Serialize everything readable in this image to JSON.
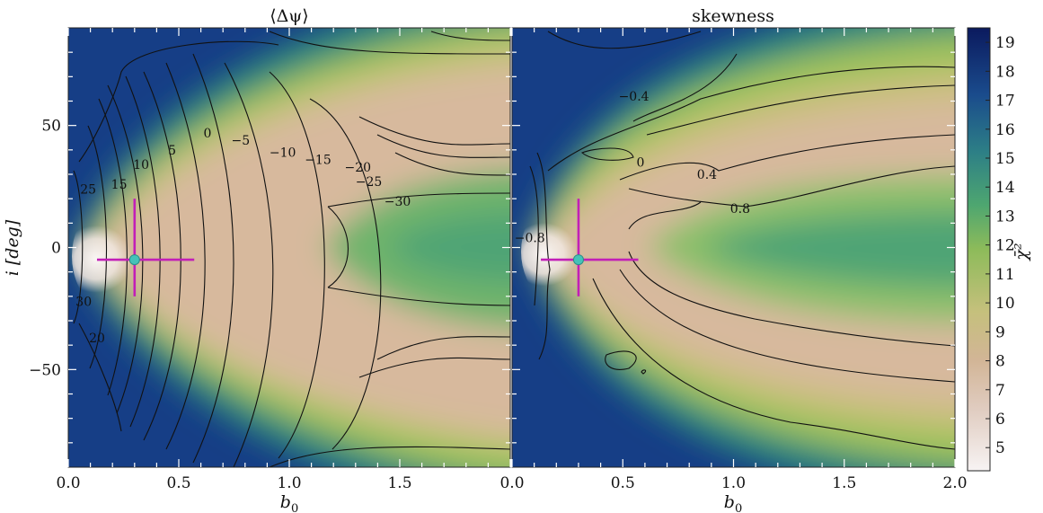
{
  "chart_data": [
    {
      "type": "heatmap",
      "title": "⟨Δψ⟩",
      "xlabel": "b",
      "xlabel_sub": "0",
      "ylabel": "i [deg]",
      "xlim": [
        0.0,
        2.0
      ],
      "ylim": [
        -90,
        90
      ],
      "x_ticks": [
        0.0,
        0.5,
        1.0,
        1.5
      ],
      "x_tick_labels": [
        "0.0",
        "0.5",
        "1.0",
        "1.5"
      ],
      "y_ticks": [
        -50,
        0,
        50
      ],
      "y_tick_labels": [
        "−50",
        "0",
        "50"
      ],
      "contour_labels": [
        {
          "text": "25",
          "x": 0.09,
          "y": 24
        },
        {
          "text": "15",
          "x": 0.23,
          "y": 26
        },
        {
          "text": "10",
          "x": 0.33,
          "y": 34
        },
        {
          "text": "5",
          "x": 0.47,
          "y": 40
        },
        {
          "text": "0",
          "x": 0.63,
          "y": 47
        },
        {
          "text": "−5",
          "x": 0.78,
          "y": 44
        },
        {
          "text": "−10",
          "x": 0.97,
          "y": 39
        },
        {
          "text": "−15",
          "x": 1.13,
          "y": 36
        },
        {
          "text": "−20",
          "x": 1.31,
          "y": 33
        },
        {
          "text": "−25",
          "x": 1.36,
          "y": 27
        },
        {
          "text": "−30",
          "x": 1.49,
          "y": 19
        },
        {
          "text": "30",
          "x": 0.07,
          "y": -22
        },
        {
          "text": "20",
          "x": 0.13,
          "y": -37
        }
      ],
      "best_fit": {
        "b0": 0.3,
        "i": -5,
        "b0_range": [
          0.13,
          0.57
        ],
        "i_range": [
          -20,
          20
        ]
      }
    },
    {
      "type": "heatmap",
      "title": "skewness",
      "xlabel": "b",
      "xlabel_sub": "0",
      "xlim": [
        0.0,
        2.0
      ],
      "ylim": [
        -90,
        90
      ],
      "x_ticks": [
        0.0,
        0.5,
        1.0,
        1.5,
        2.0
      ],
      "x_tick_labels": [
        "0.0",
        "0.5",
        "1.0",
        "1.5",
        "2.0"
      ],
      "contour_labels": [
        {
          "text": "−0.4",
          "x": 0.55,
          "y": 62
        },
        {
          "text": "0",
          "x": 0.58,
          "y": 35
        },
        {
          "text": "0.4",
          "x": 0.88,
          "y": 30
        },
        {
          "text": "0.8",
          "x": 1.03,
          "y": 16
        },
        {
          "text": "−0.8",
          "x": 0.08,
          "y": 4
        }
      ],
      "best_fit": {
        "b0": 0.3,
        "i": -5,
        "b0_range": [
          0.13,
          0.57
        ],
        "i_range": [
          -20,
          20
        ]
      }
    }
  ],
  "colorbar": {
    "label": "χ̄²",
    "range": [
      4.2,
      19.5
    ],
    "ticks": [
      "5",
      "6",
      "7",
      "8",
      "9",
      "10",
      "11",
      "12",
      "13",
      "14",
      "15",
      "16",
      "17",
      "18",
      "19"
    ],
    "colormap": [
      "#f7f3f3",
      "#d4b59c",
      "#c3c27c",
      "#8fbc58",
      "#3f9a77",
      "#1f5c8c",
      "#0c1f66"
    ]
  }
}
